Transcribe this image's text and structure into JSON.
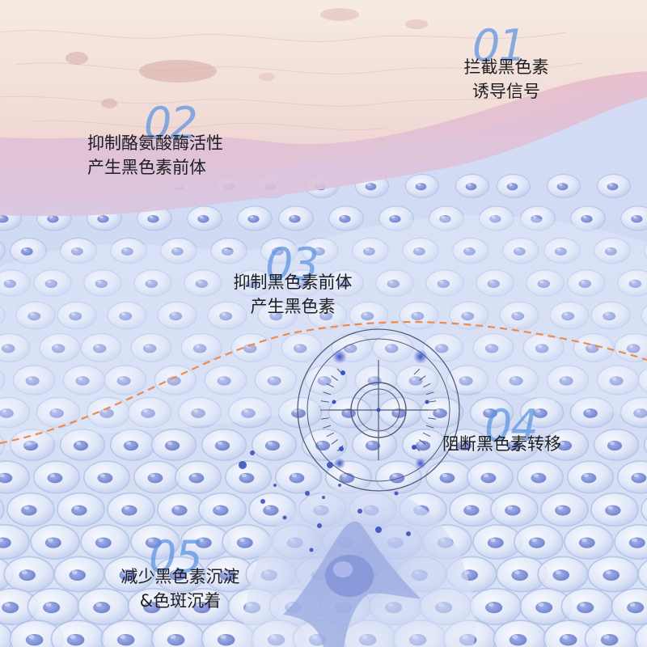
{
  "colors": {
    "skin_top": "#f4e6dc",
    "skin_pink": "#e9c4cc",
    "cell_bg": "#d6def4",
    "cell_nucleus": "#6f82cf",
    "step_number": "#5f96e1",
    "dashed_line": "#f08a4b",
    "text": "#1e1e22"
  },
  "steps": [
    {
      "number": "01",
      "lines": [
        "拦截黑色素",
        "诱导信号"
      ]
    },
    {
      "number": "02",
      "lines": [
        "抑制酪氨酸酶活性",
        "产生黑色素前体"
      ]
    },
    {
      "number": "03",
      "lines": [
        "抑制黑色素前体",
        "产生黑色素"
      ]
    },
    {
      "number": "04",
      "lines": [
        "阻断黑色素转移"
      ]
    },
    {
      "number": "05",
      "lines": [
        "减少黑色素沉淀",
        "&色斑沉着"
      ]
    }
  ]
}
